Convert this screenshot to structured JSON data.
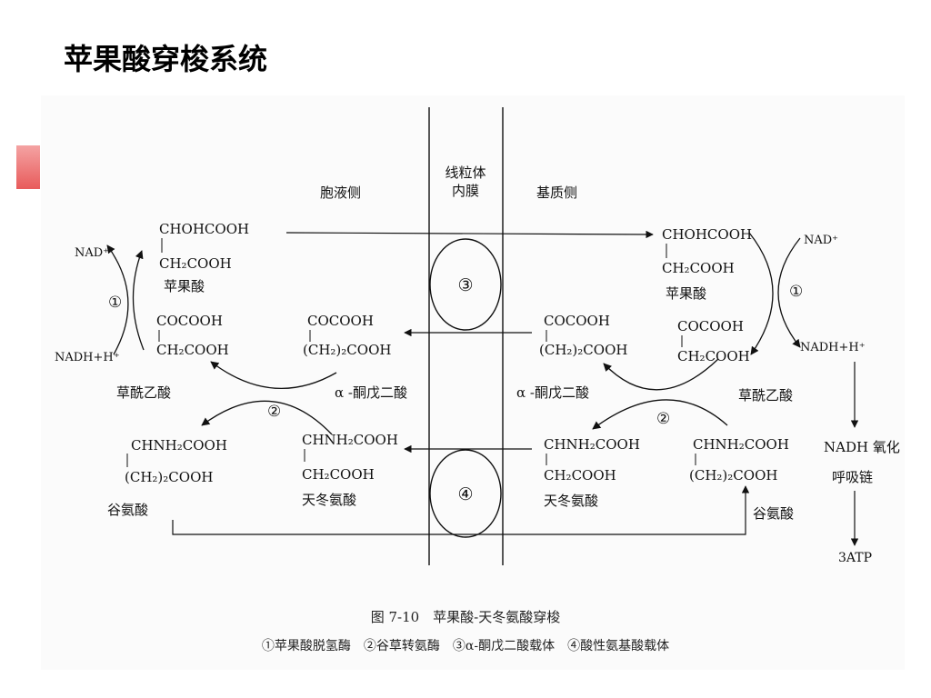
{
  "title": "苹果酸穿梭系统",
  "sides": {
    "cytosol": "胞液侧",
    "membrane_1": "线粒体",
    "membrane_2": "内膜",
    "matrix": "基质侧"
  },
  "carriers": {
    "c3": "③",
    "c4": "④"
  },
  "left": {
    "malate_f1": "CHOHCOOH",
    "malate_f2": "CH₂COOH",
    "malate_name": "苹果酸",
    "oaa_f1": "COCOOH",
    "oaa_f2": "CH₂COOH",
    "oaa_name": "草酰乙酸",
    "akg_f1": "COCOOH",
    "akg_f2": "(CH₂)₂COOH",
    "akg_name": "α -酮戊二酸",
    "glu_f1": "CHNH₂COOH",
    "glu_f2": "(CH₂)₂COOH",
    "glu_name": "谷氨酸",
    "asp_f1": "CHNH₂COOH",
    "asp_f2": "CH₂COOH",
    "asp_name": "天冬氨酸",
    "nad": "NAD⁺",
    "nadh": "NADH+H⁺",
    "enzyme1": "①",
    "enzyme2": "②"
  },
  "right": {
    "malate_f1": "CHOHCOOH",
    "malate_f2": "CH₂COOH",
    "malate_name": "苹果酸",
    "akg_f1": "COCOOH",
    "akg_f2": "(CH₂)₂COOH",
    "akg_name": "α -酮戊二酸",
    "oaa_f1": "COCOOH",
    "oaa_f2": "CH₂COOH",
    "oaa_name": "草酰乙酸",
    "asp_f1": "CHNH₂COOH",
    "asp_f2": "CH₂COOH",
    "asp_name": "天冬氨酸",
    "glu_f1": "CHNH₂COOH",
    "glu_f2": "(CH₂)₂COOH",
    "glu_name": "谷氨酸",
    "nad": "NAD⁺",
    "nadh": "NADH+H⁺",
    "enzyme1": "①",
    "enzyme2": "②"
  },
  "chain": {
    "line1": "NADH 氧化",
    "line2": "呼吸链",
    "atp": "3ATP"
  },
  "caption": {
    "main": "图 7-10　苹果酸-天冬氨酸穿梭",
    "legend": "①苹果酸脱氢酶　②谷草转氨酶　③α-酮戊二酸载体　④酸性氨基酸载体"
  }
}
